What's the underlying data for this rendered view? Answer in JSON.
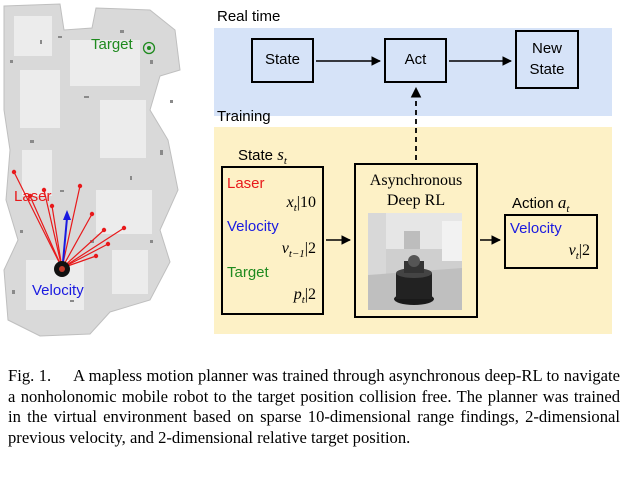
{
  "map": {
    "target_label": "Target",
    "laser_label": "Laser",
    "velocity_label": "Velocity"
  },
  "realtime": {
    "heading": "Real time",
    "state": "State",
    "act": "Act",
    "new_state": "New\nState"
  },
  "training": {
    "heading": "Training",
    "state_title": "State",
    "state_symbol": "s",
    "state_sub": "t",
    "laser_label": "Laser",
    "laser_var": "x",
    "laser_sub": "t",
    "laser_dim": "|10",
    "velocity_label": "Velocity",
    "velocity_var": "v",
    "velocity_sub": "t−1",
    "velocity_dim": "|2",
    "target_label": "Target",
    "target_var": "p",
    "target_sub": "t",
    "target_dim": "|2",
    "async_title": "Asynchronous\nDeep RL",
    "action_title": "Action",
    "action_symbol": "a",
    "action_sub": "t",
    "action_velocity_label": "Velocity",
    "action_var": "v",
    "action_sub_v": "t",
    "action_dim": "|2"
  },
  "caption": {
    "fig_label": "Fig. 1.",
    "text": "A mapless motion planner was trained through asynchronous deep-RL to navigate a nonholonomic mobile robot to the target position collision free. The planner was trained in the virtual environment based on sparse 10-dimensional range findings, 2-dimensional previous velocity, and 2-dimensional relative target position."
  },
  "colors": {
    "realtime_panel": "#d6e3f8",
    "training_panel": "#fdf1c6",
    "laser": "#e8191b",
    "velocity": "#1a1ae0",
    "target": "#1f8a1f"
  }
}
